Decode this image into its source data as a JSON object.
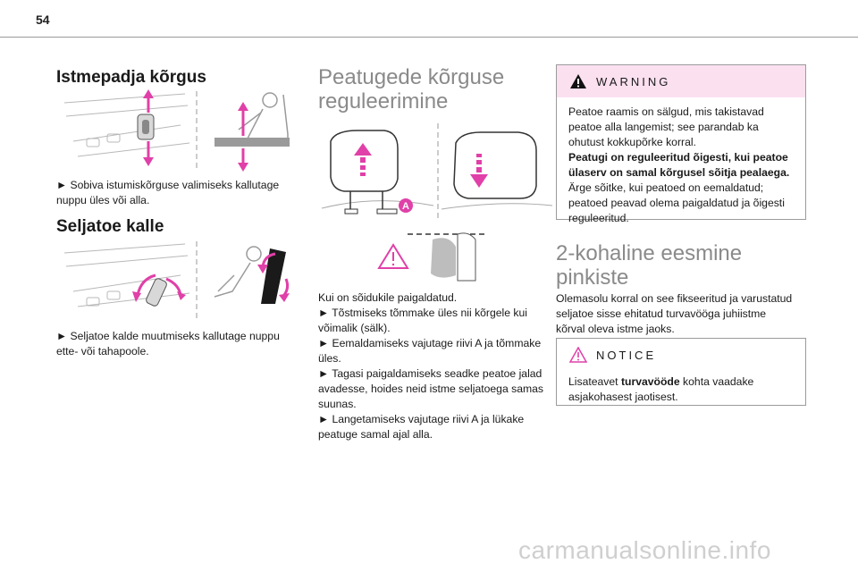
{
  "page_number": "54",
  "col1": {
    "seat_height": {
      "heading": "Istmepadja kõrgus",
      "text": "► Sobiva istumiskõrguse valimiseks kallutage nuppu üles või alla."
    },
    "backrest": {
      "heading": "Seljatoe kalle",
      "text": "► Seljatoe kalde muutmiseks kallutage nuppu ette- või tahapoole."
    }
  },
  "col2": {
    "heading_line1": "Peatugede kõrguse",
    "heading_line2": "reguleerimine",
    "label_a": "A",
    "lines": [
      "Kui on sõidukile paigaldatud.",
      "► Tõstmiseks tõmmake üles nii kõrgele kui",
      "võimalik (sälk).",
      "► Eemaldamiseks vajutage riivi A ja tõmmake",
      "üles.",
      "► Tagasi paigaldamiseks seadke peatoe jalad",
      "avadesse, hoides neid istme seljatoega samas",
      "suunas.",
      "► Langetamiseks vajutage riivi A ja lükake",
      "peatuge samal ajal alla."
    ]
  },
  "col3": {
    "warning": {
      "title": "WARNING",
      "lines": [
        "Peatoe raamis on sälgud, mis takistavad",
        "peatoe alla langemist; see parandab ka",
        "ohutust kokkupõrke korral.",
        "Peatugi on reguleeritud õigesti, kui peatoe",
        "ülaserv on samal kõrgusel sõitja pealaega.",
        "Ärge sõitke, kui peatoed on eemaldatud;",
        "peatoed peavad olema paigaldatud ja õigesti",
        "reguleeritud."
      ]
    },
    "bench": {
      "heading_line1": "2-kohaline eesmine",
      "heading_line2": "pinkiste",
      "lines": [
        "Olemasolu korral on see fikseeritud ja varustatud",
        "seljatoe sisse ehitatud turvavööga juhiistme",
        "kõrval oleva istme jaoks."
      ]
    },
    "notice": {
      "title": "NOTICE",
      "line1_prefix": "Lisateavet ",
      "line1_bold": "turvavööde",
      "line1_suffix": " kohta vaadake",
      "line2": "asjakohasest jaotisest."
    }
  },
  "watermark": "carmanualsonline.info",
  "colors": {
    "accent_pink": "#e040a8",
    "warning_bg": "#fbe0f0",
    "heading_gray": "#8a8a8a",
    "rule_gray": "#9a9a9a"
  }
}
